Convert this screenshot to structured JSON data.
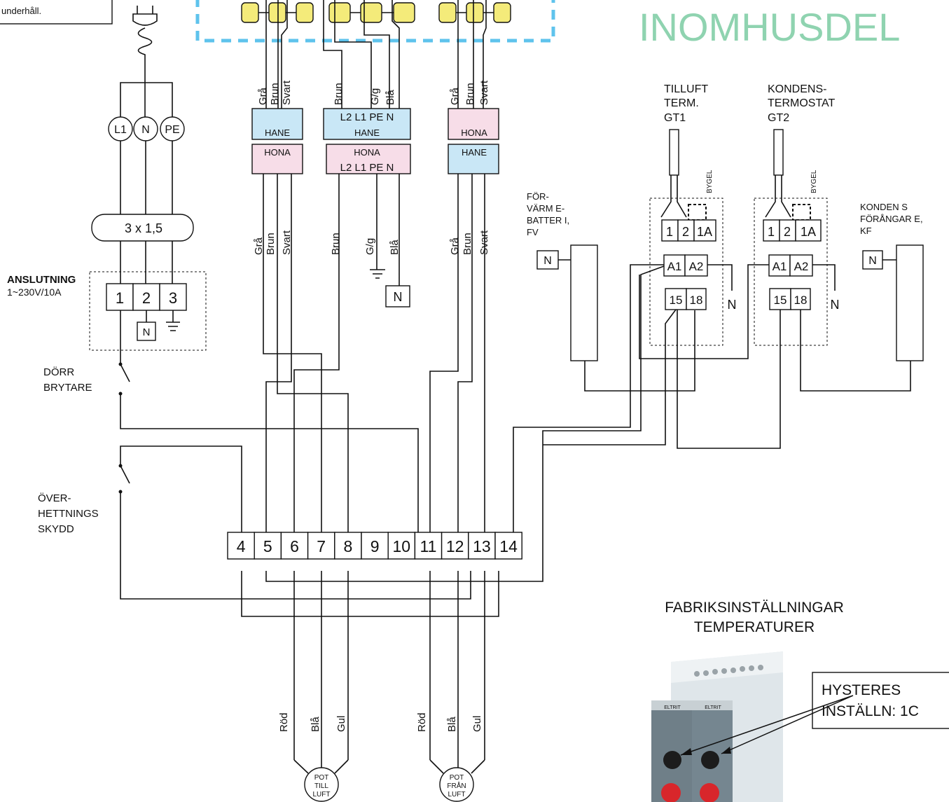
{
  "title": "INOMHUSDEL",
  "note_fragment": "underhåll.",
  "power": {
    "labels": [
      "L1",
      "N",
      "PE"
    ],
    "cable": "3 x 1,5",
    "connection_title": "ANSLUTNING",
    "connection_rating": "1~230V/10A",
    "terminals": [
      "1",
      "2",
      "3"
    ],
    "neutral": "N"
  },
  "door_switch": [
    "DÖRR",
    "BRYTARE"
  ],
  "overheat": [
    "ÖVER-",
    "HETTNINGS",
    "SKYDD"
  ],
  "connectors": {
    "left": {
      "wires_top": [
        "Grå",
        "Brun",
        "Svart"
      ],
      "upper": "HANE",
      "lower": "HONA",
      "wires_bottom": [
        "Grå",
        "Brun",
        "Svart"
      ]
    },
    "mid": {
      "wires_top": [
        "Brun",
        "G/g",
        "Blå"
      ],
      "upper_pins": "L2 L1 PE N",
      "upper": "HANE",
      "lower": "HONA",
      "lower_pins": "L2 L1 PE N",
      "wires_bottom": [
        "Brun",
        "G/g",
        "Blå"
      ],
      "neutral": "N"
    },
    "right": {
      "wires_top": [
        "Grå",
        "Brun",
        "Svart"
      ],
      "upper": "HONA",
      "lower": "HANE",
      "wires_bottom": [
        "Grå",
        "Brun",
        "Svart"
      ]
    }
  },
  "terminal_strip": [
    "4",
    "5",
    "6",
    "7",
    "8",
    "9",
    "10",
    "11",
    "12",
    "13",
    "14"
  ],
  "pot1": {
    "wires": [
      "Röd",
      "Blå",
      "Gul"
    ],
    "label": [
      "POT",
      "TILL",
      "LUFT"
    ]
  },
  "pot2": {
    "wires": [
      "Röd",
      "Blå",
      "Gul"
    ],
    "label": [
      "POT",
      "FRÅN",
      "LUFT"
    ]
  },
  "gt1": {
    "title": [
      "TILLUFT",
      "TERM.",
      "GT1"
    ],
    "bygel": "BYGEL",
    "top_terms": [
      "1",
      "2",
      "1A"
    ],
    "coil_terms": [
      "A1",
      "A2"
    ],
    "contact_terms": [
      "15",
      "18"
    ],
    "neutral": "N"
  },
  "gt2": {
    "title": [
      "KONDENS-",
      "TERMOSTAT",
      "GT2"
    ],
    "bygel": "BYGEL",
    "top_terms": [
      "1",
      "2",
      "1A"
    ],
    "coil_terms": [
      "A1",
      "A2"
    ],
    "contact_terms": [
      "15",
      "18"
    ],
    "neutral": "N"
  },
  "preheat": {
    "title": [
      "FÖR-",
      "VÄRM E-",
      "BATTER I,",
      "FV"
    ],
    "neutral": "N"
  },
  "evap": {
    "title": [
      "KONDEN S",
      "FÖRÅNGAR E,",
      "KF"
    ],
    "neutral": "N"
  },
  "factory": {
    "title": [
      "FABRIKSINSTÄLLNINGAR",
      "TEMPERATURER"
    ],
    "callout": [
      "HYSTERES",
      "INSTÄLLN: 1C"
    ],
    "device_brand": "ELTRIT"
  },
  "colors": {
    "title_green": "#8fd3b0",
    "hane_blue": "#c9e7f6",
    "hona_pink": "#f7dde8",
    "dashed_blue": "#5fc3ec",
    "clip_yellow": "#f4eb7a",
    "knob_red": "#d8262b"
  }
}
